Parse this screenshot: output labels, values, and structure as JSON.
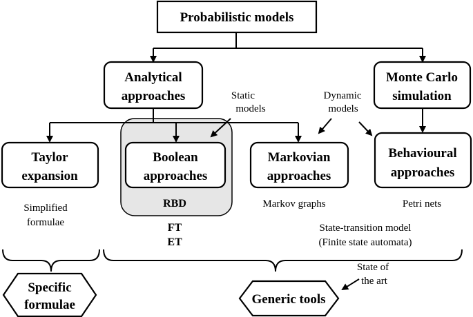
{
  "colors": {
    "line": "#000000",
    "box_fill": "#ffffff",
    "static_group_fill": "#e6e6e6"
  },
  "nodes": {
    "probabilistic": [
      "Probabilistic models"
    ],
    "analytical": [
      "Analytical",
      "approaches"
    ],
    "montecarlo": [
      "Monte Carlo",
      "simulation"
    ],
    "taylor": [
      "Taylor",
      "expansion"
    ],
    "boolean": [
      "Boolean",
      "approaches"
    ],
    "markovian": [
      "Markovian",
      "approaches"
    ],
    "behavioural": [
      "Behavioural",
      "approaches"
    ],
    "specific": [
      "Specific",
      "formulae"
    ],
    "generic": [
      "Generic tools"
    ]
  },
  "annotations": {
    "static_models": [
      "Static",
      "models"
    ],
    "dynamic_models": [
      "Dynamic",
      "models"
    ],
    "simplified": [
      "Simplified",
      "formulae"
    ],
    "rbd": "RBD",
    "ft": "FT",
    "et": "ET",
    "markov_graphs": "Markov graphs",
    "petri_nets": "Petri nets",
    "state_transition": [
      "State-transition model",
      "(Finite state automata)"
    ],
    "state_of_art": [
      "State of",
      "the art"
    ]
  }
}
